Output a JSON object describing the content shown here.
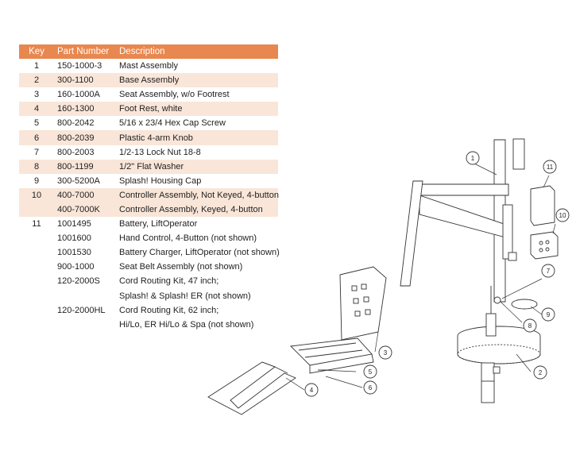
{
  "table": {
    "header": {
      "key": "Key",
      "part": "Part Number",
      "desc": "Description"
    },
    "rows": [
      {
        "key": "1",
        "part": "150-1000-3",
        "desc": "Mast Assembly"
      },
      {
        "key": "2",
        "part": "300-1100",
        "desc": "Base Assembly"
      },
      {
        "key": "3",
        "part": "160-1000A",
        "desc": "Seat Assembly, w/o Footrest"
      },
      {
        "key": "4",
        "part": "160-1300",
        "desc": "Foot Rest, white"
      },
      {
        "key": "5",
        "part": "800-2042",
        "desc": "5/16 x 23/4 Hex Cap Screw"
      },
      {
        "key": "6",
        "part": "800-2039",
        "desc": "Plastic 4-arm Knob"
      },
      {
        "key": "7",
        "part": "800-2003",
        "desc": "1/2-13 Lock Nut 18-8"
      },
      {
        "key": "8",
        "part": "800-1199",
        "desc": "1/2\" Flat Washer"
      },
      {
        "key": "9",
        "part": "300-5200A",
        "desc": "Splash! Housing Cap"
      },
      {
        "key": "10",
        "part": "400-7000",
        "desc": "Controller Assembly, Not Keyed, 4-button"
      },
      {
        "key": "",
        "part": "400-7000K",
        "desc": "Controller Assembly, Keyed, 4-button"
      },
      {
        "key": "11",
        "part": "1001495",
        "desc": "Battery, LiftOperator"
      },
      {
        "key": "",
        "part": "1001600",
        "desc": "Hand Control, 4-Button (not shown)"
      },
      {
        "key": "",
        "part": "1001530",
        "desc": "Battery Charger, LiftOperator (not shown)"
      },
      {
        "key": "",
        "part": "900-1000",
        "desc": "Seat Belt Assembly (not shown)"
      },
      {
        "key": "",
        "part": "120-2000S",
        "desc": "Cord Routing Kit, 47 inch;"
      },
      {
        "key": "",
        "part": "",
        "desc": "Splash! & Splash! ER (not shown)"
      },
      {
        "key": "",
        "part": "120-2000HL",
        "desc": "Cord Routing Kit, 62 inch;"
      },
      {
        "key": "",
        "part": "",
        "desc": "Hi/Lo, ER Hi/Lo & Spa (not shown)"
      }
    ]
  },
  "callouts": [
    "1",
    "2",
    "3",
    "4",
    "5",
    "6",
    "7",
    "8",
    "9",
    "10",
    "11"
  ],
  "colors": {
    "header": "#e8874f",
    "stripe": "#f9e6d9",
    "line": "#333333"
  }
}
